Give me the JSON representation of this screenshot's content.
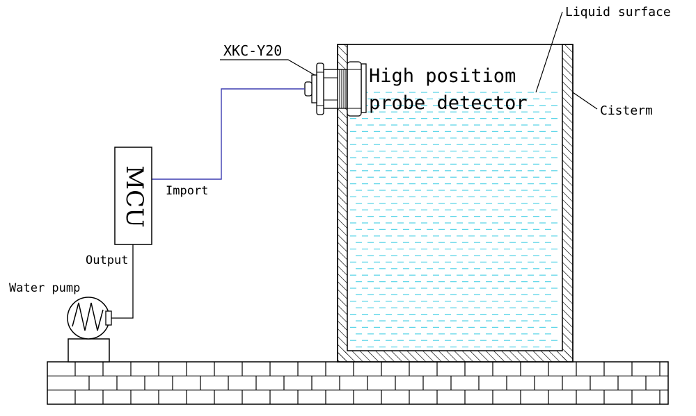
{
  "labels": {
    "liquid_surface": "Liquid surface",
    "sensor_model": "XKC-Y20",
    "detector_line1": "High positiom",
    "detector_line2": "probe detector",
    "cistern": "Cisterm",
    "mcu": "MCU",
    "import": "Import",
    "output": "Output",
    "water_pump": "Water pump"
  },
  "colors": {
    "line": "#000000",
    "signal_wire": "#3b3bb0",
    "water_dash": "#5fd6e8",
    "background": "#ffffff"
  }
}
